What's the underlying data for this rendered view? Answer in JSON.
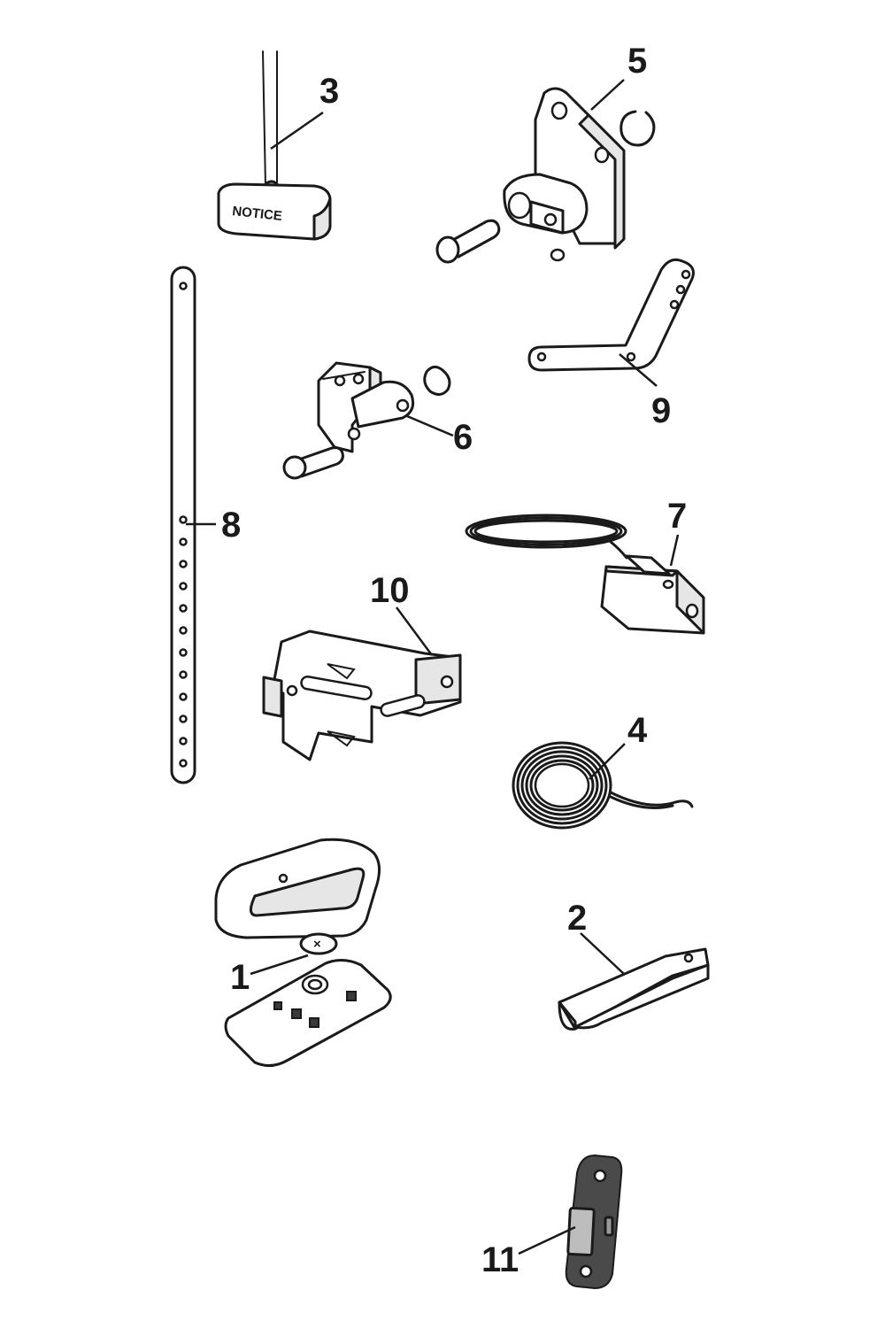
{
  "diagram": {
    "callouts": [
      "1",
      "2",
      "3",
      "4",
      "5",
      "6",
      "7",
      "8",
      "9",
      "10",
      "11"
    ],
    "notice_tag_text": "NOTICE"
  }
}
